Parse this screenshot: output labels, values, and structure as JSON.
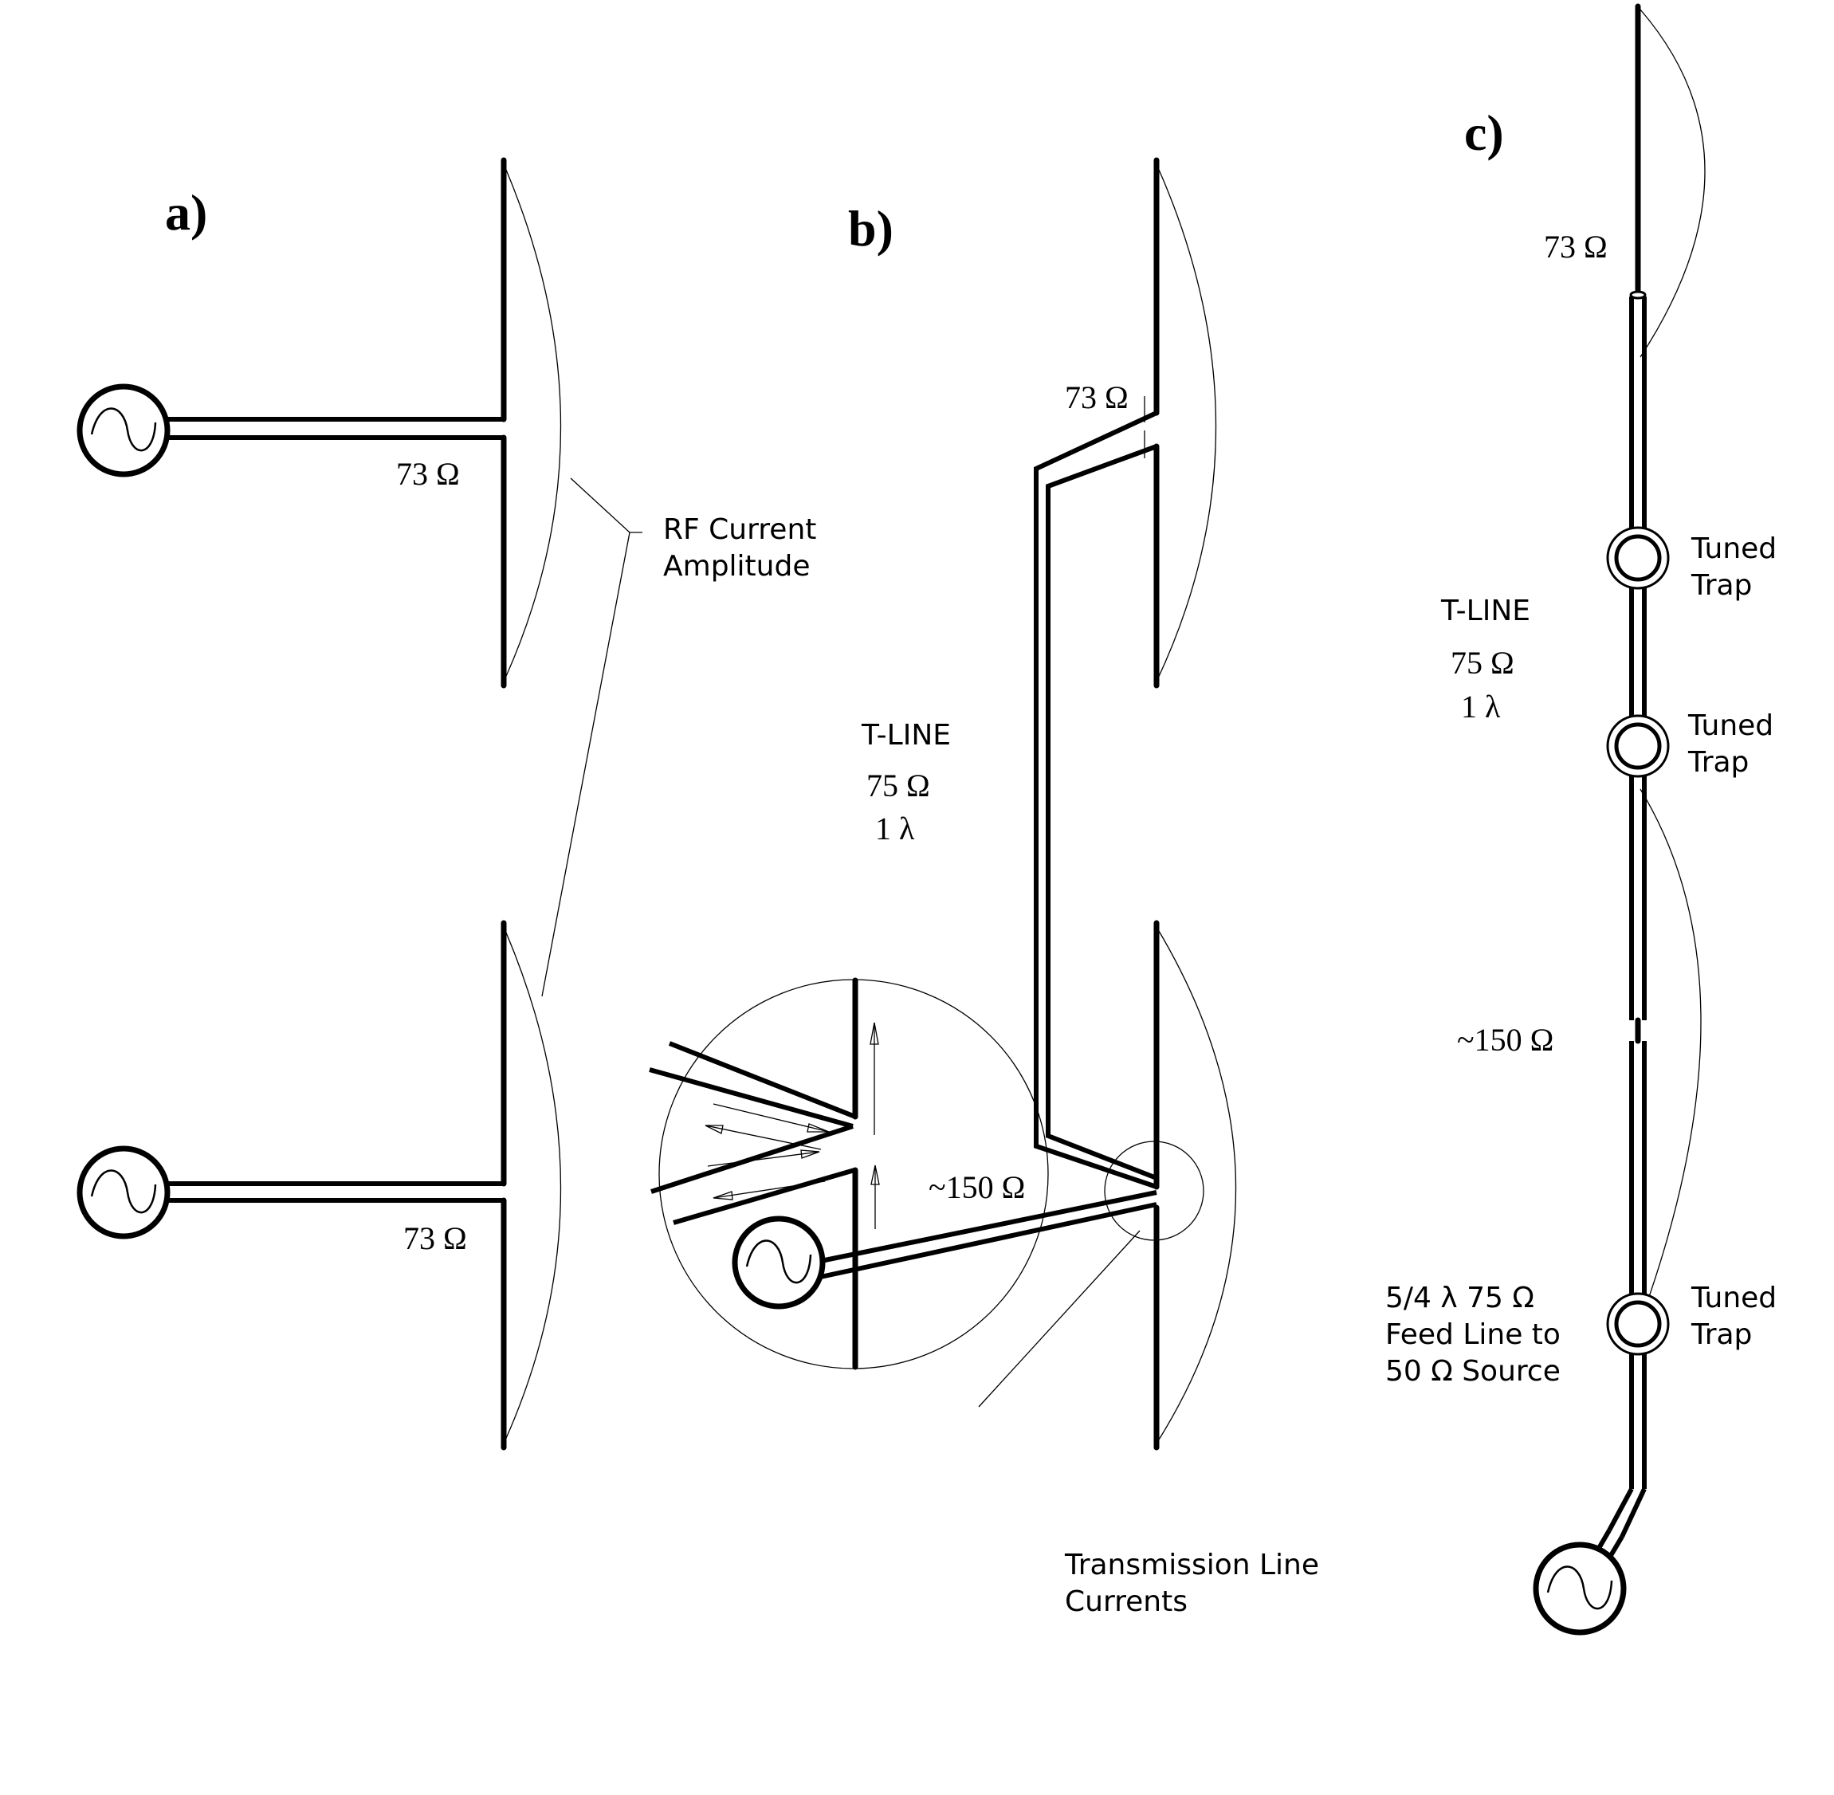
{
  "panels": {
    "a": {
      "label": "a)",
      "top_feed_impedance": "73 Ω",
      "bottom_feed_impedance": "73 Ω",
      "annotation": [
        "RF Current",
        "Amplitude"
      ]
    },
    "b": {
      "label": "b)",
      "top_feed_impedance": "73 Ω",
      "tline_title": "T-LINE",
      "tline_impedance": "75 Ω",
      "tline_length": "1 λ",
      "bottom_feed_impedance": "~150 Ω",
      "inset_annotation": [
        "Transmission Line",
        "Currents"
      ]
    },
    "c": {
      "label": "c)",
      "top_feed_impedance": "73 Ω",
      "tline_title": "T-LINE",
      "tline_impedance": "75 Ω",
      "tline_length": "1 λ",
      "mid_impedance": "~150 Ω",
      "traps": [
        [
          "Tuned",
          "Trap"
        ],
        [
          "Tuned",
          "Trap"
        ],
        [
          "Tuned",
          "Trap"
        ]
      ],
      "feed_note": [
        "5/4 λ  75 Ω",
        "Feed Line to",
        "50 Ω  Source"
      ]
    }
  },
  "icons": {
    "generator": "ac-source-icon",
    "trap": "trap-coil-icon"
  }
}
